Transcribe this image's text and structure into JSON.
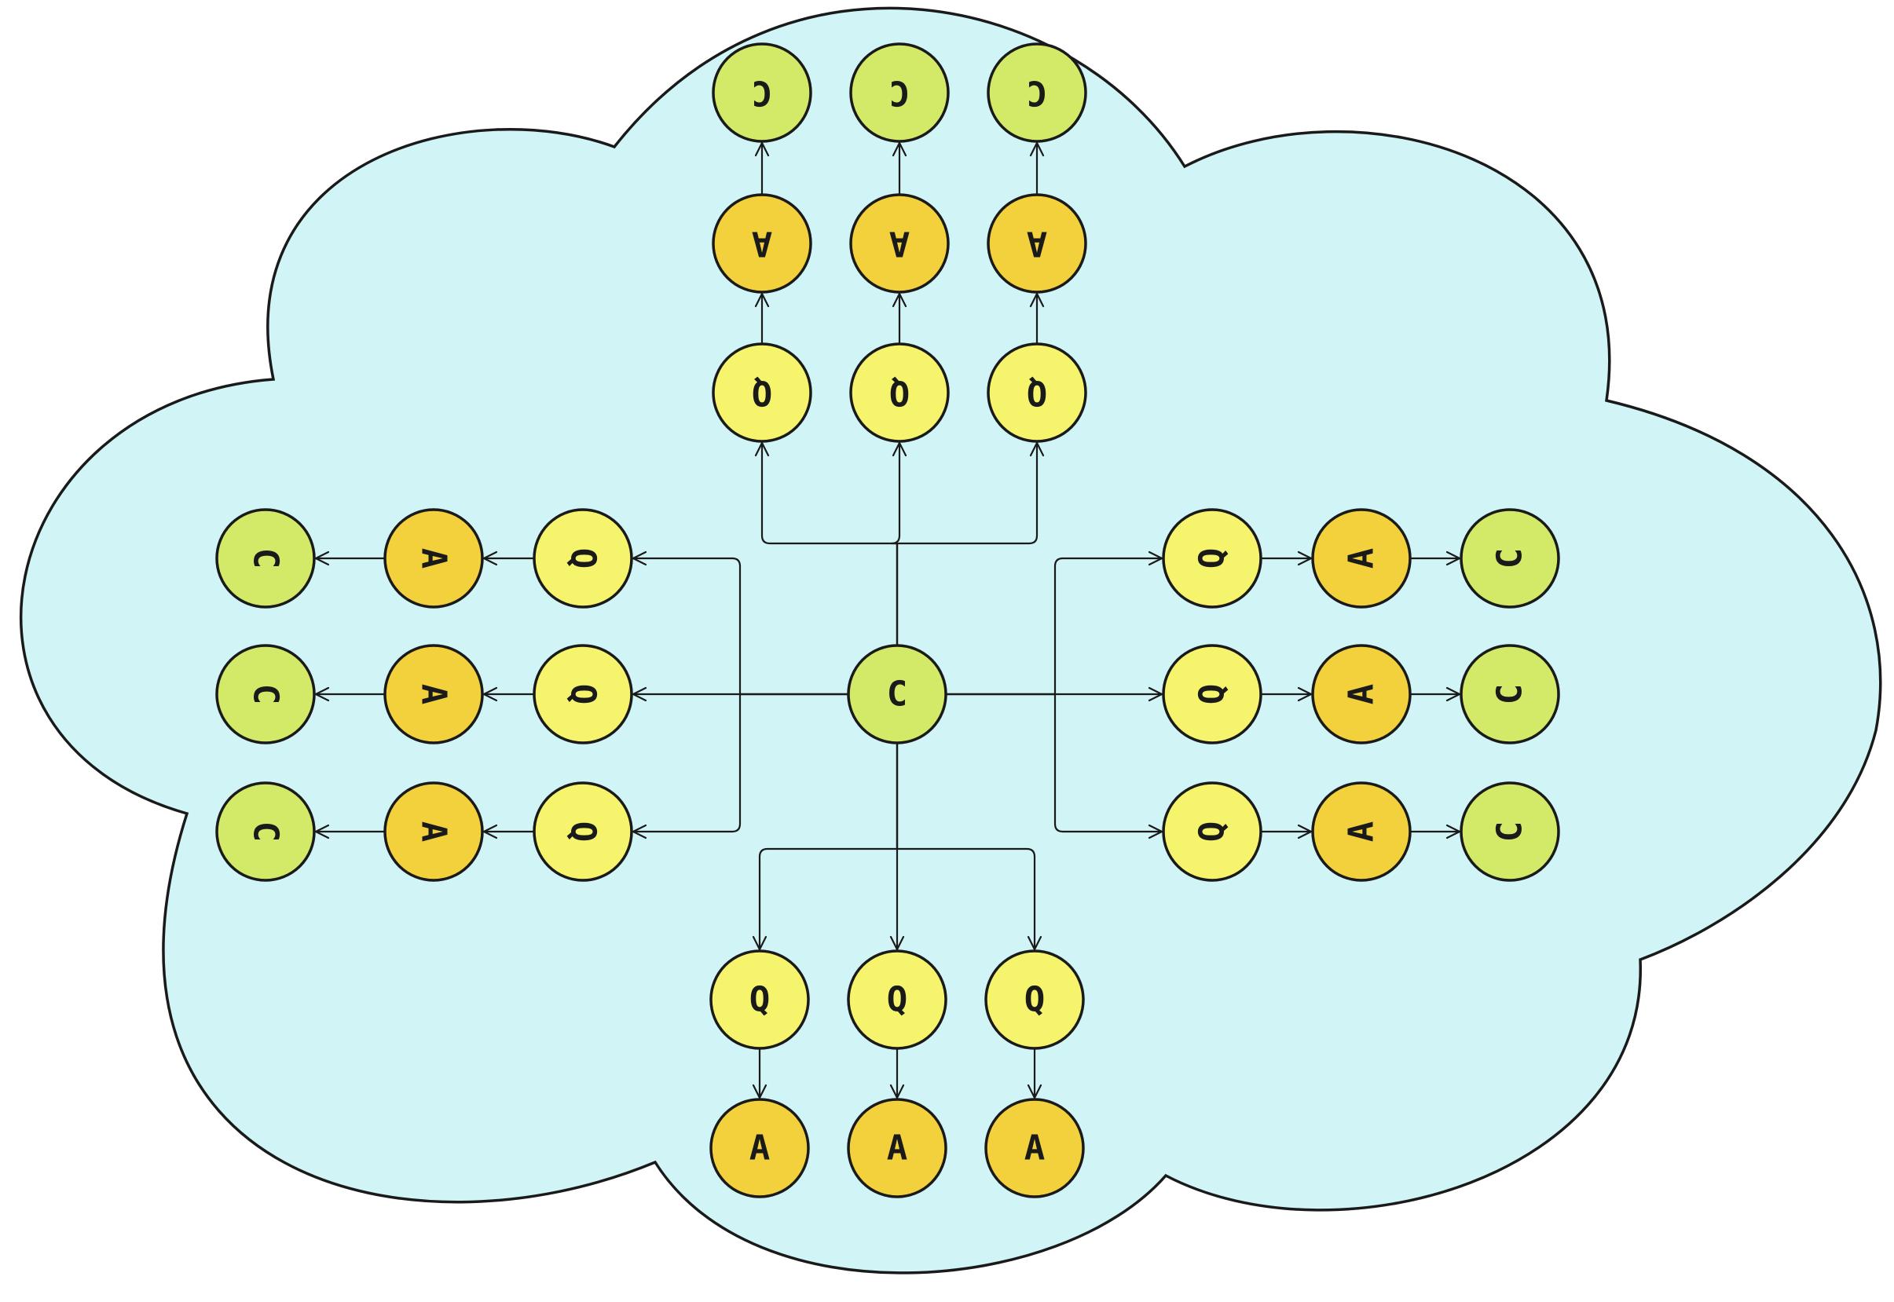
{
  "diagram": {
    "colors": {
      "cloud_fill": "#d1f4f6",
      "stroke": "#1a1a1a",
      "c_fill": "#d3ea68",
      "q_fill": "#f5f46c",
      "a_fill": "#f2d13d"
    },
    "center_node": {
      "label": "C",
      "kind": "c"
    },
    "branches": [
      {
        "direction": "up",
        "nodes": [
          {
            "label": "Q",
            "kind": "q"
          },
          {
            "label": "A",
            "kind": "a"
          },
          {
            "label": "C",
            "kind": "c"
          }
        ]
      },
      {
        "direction": "up",
        "nodes": [
          {
            "label": "Q",
            "kind": "q"
          },
          {
            "label": "A",
            "kind": "a"
          },
          {
            "label": "C",
            "kind": "c"
          }
        ]
      },
      {
        "direction": "up",
        "nodes": [
          {
            "label": "Q",
            "kind": "q"
          },
          {
            "label": "A",
            "kind": "a"
          },
          {
            "label": "C",
            "kind": "c"
          }
        ]
      },
      {
        "direction": "left",
        "nodes": [
          {
            "label": "Q",
            "kind": "q"
          },
          {
            "label": "A",
            "kind": "a"
          },
          {
            "label": "C",
            "kind": "c"
          }
        ]
      },
      {
        "direction": "left",
        "nodes": [
          {
            "label": "Q",
            "kind": "q"
          },
          {
            "label": "A",
            "kind": "a"
          },
          {
            "label": "C",
            "kind": "c"
          }
        ]
      },
      {
        "direction": "left",
        "nodes": [
          {
            "label": "Q",
            "kind": "q"
          },
          {
            "label": "A",
            "kind": "a"
          },
          {
            "label": "C",
            "kind": "c"
          }
        ]
      },
      {
        "direction": "right",
        "nodes": [
          {
            "label": "Q",
            "kind": "q"
          },
          {
            "label": "A",
            "kind": "a"
          },
          {
            "label": "C",
            "kind": "c"
          }
        ]
      },
      {
        "direction": "right",
        "nodes": [
          {
            "label": "Q",
            "kind": "q"
          },
          {
            "label": "A",
            "kind": "a"
          },
          {
            "label": "C",
            "kind": "c"
          }
        ]
      },
      {
        "direction": "right",
        "nodes": [
          {
            "label": "Q",
            "kind": "q"
          },
          {
            "label": "A",
            "kind": "a"
          },
          {
            "label": "C",
            "kind": "c"
          }
        ]
      },
      {
        "direction": "down",
        "nodes": [
          {
            "label": "Q",
            "kind": "q"
          },
          {
            "label": "A",
            "kind": "a"
          }
        ]
      },
      {
        "direction": "down",
        "nodes": [
          {
            "label": "Q",
            "kind": "q"
          },
          {
            "label": "A",
            "kind": "a"
          }
        ]
      },
      {
        "direction": "down",
        "nodes": [
          {
            "label": "Q",
            "kind": "q"
          },
          {
            "label": "A",
            "kind": "a"
          }
        ]
      }
    ]
  }
}
